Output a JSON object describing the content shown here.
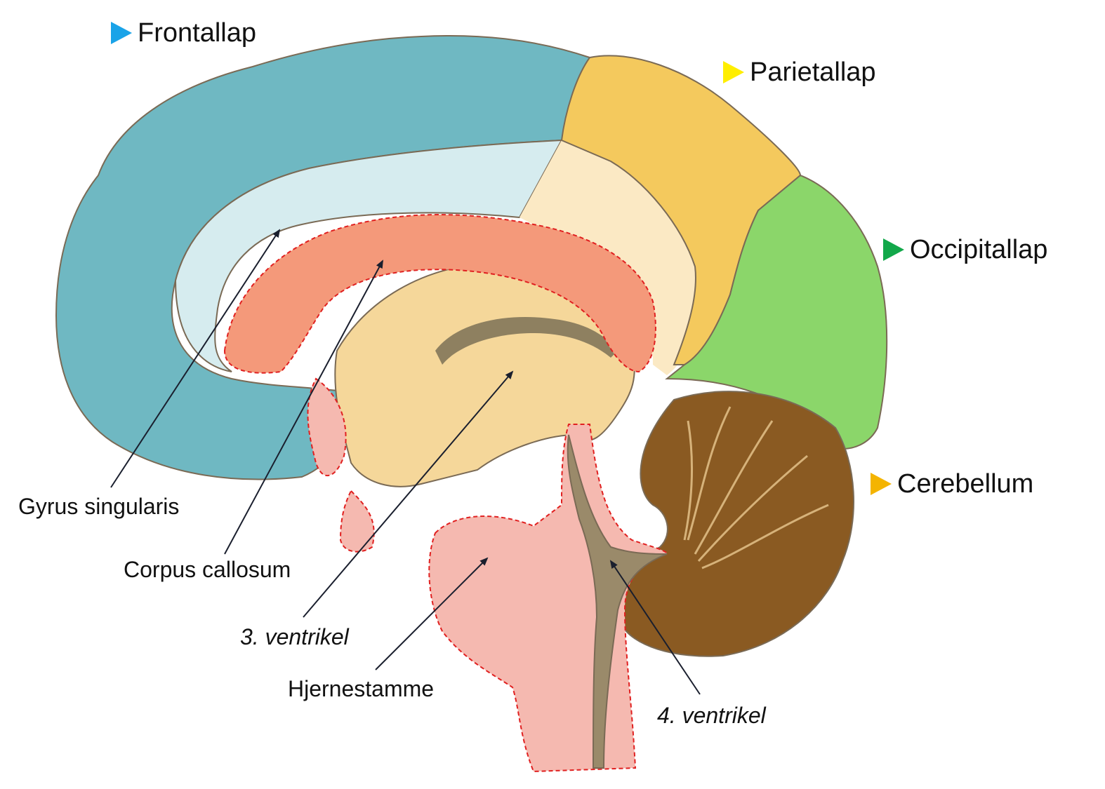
{
  "lobes": [
    {
      "key": "frontal",
      "label": "Frontallap",
      "color": "#1aa3e8"
    },
    {
      "key": "parietal",
      "label": "Parietallap",
      "color": "#ffee00"
    },
    {
      "key": "occipital",
      "label": "Occipitallap",
      "color": "#12a84a"
    },
    {
      "key": "cerebellum",
      "label": "Cerebellum",
      "color": "#f4b400"
    }
  ],
  "structures": [
    {
      "key": "gyrus",
      "label": "Gyrus singularis"
    },
    {
      "key": "corpus",
      "label": "Corpus callosum"
    },
    {
      "key": "v3",
      "label": "3. ventrikel"
    },
    {
      "key": "stem",
      "label": "Hjernestamme"
    },
    {
      "key": "v4",
      "label": "4. ventrikel"
    }
  ],
  "colors": {
    "frontal_fill": "#6fb8c2",
    "cingulate_fill": "#d6ecef",
    "parietal_fill": "#f4c95d",
    "occipital_fill": "#8bd66a",
    "cerebellum_fill": "#8a5a22",
    "corpus_fill": "#f4997a",
    "diencephalon_fill": "#f5d79a",
    "stem_fill": "#f5b9b0",
    "ventricle_fill": "#9a8a6a",
    "outline_dash": "#e02020",
    "arrow": "#1a1f2e"
  }
}
